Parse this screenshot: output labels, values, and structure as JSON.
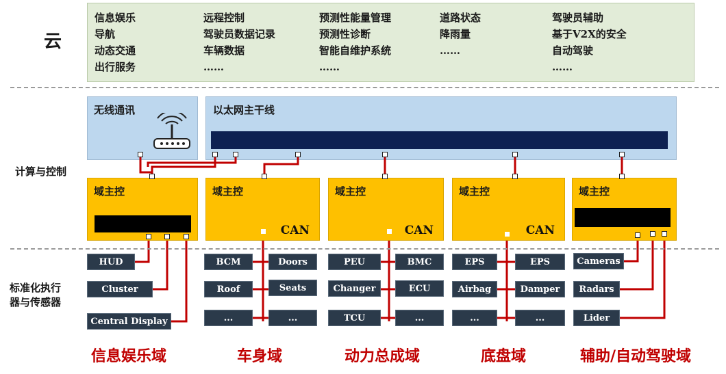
{
  "cloud": {
    "label": "云",
    "columns": [
      [
        "信息娱乐",
        "导航",
        "动态交通",
        "出行服务"
      ],
      [
        "远程控制",
        "驾驶员数据记录",
        "车辆数据",
        "……"
      ],
      [
        "预测性能量管理",
        "预测性诊断",
        "智能自维护系统",
        "……"
      ],
      [
        "道路状态",
        "降雨量",
        "……"
      ],
      [
        "驾驶员辅助",
        "基于V2X的安全",
        "自动驾驶",
        "……"
      ]
    ]
  },
  "compute": {
    "label": "计算与控制",
    "wireless_label": "无线通讯",
    "ethernet_label": "以太网主干线"
  },
  "actuators": {
    "label_line1": "标准化执行",
    "label_line2": "器与传感器"
  },
  "domains": [
    {
      "title": "域主控",
      "can": "",
      "name": "信息娱乐域",
      "devices": [
        "HUD",
        "Cluster",
        "Central Display"
      ]
    },
    {
      "title": "域主控",
      "can": "CAN",
      "name": "车身域",
      "devices": [
        "BCM",
        "Doors",
        "Roof",
        "Seats",
        "...",
        "..."
      ]
    },
    {
      "title": "域主控",
      "can": "CAN",
      "name": "动力总成域",
      "devices": [
        "PEU",
        "BMC",
        "Changer",
        "ECU",
        "TCU",
        "..."
      ]
    },
    {
      "title": "域主控",
      "can": "CAN",
      "name": "底盘域",
      "devices": [
        "EPS",
        "EPS",
        "Airbag",
        "Damper",
        "...",
        "..."
      ]
    },
    {
      "title": "域主控",
      "can": "",
      "name": "辅助/自动驾驶域",
      "devices": [
        "Cameras",
        "Radars",
        "Lider"
      ]
    }
  ],
  "colors": {
    "cloud_bg": "#e2ecd8",
    "network_bg": "#bdd7ee",
    "bus": "#0e2152",
    "domain_controller": "#fec000",
    "device": "#2b3a4a",
    "link": "#c00000",
    "domain_name": "#c00000"
  }
}
